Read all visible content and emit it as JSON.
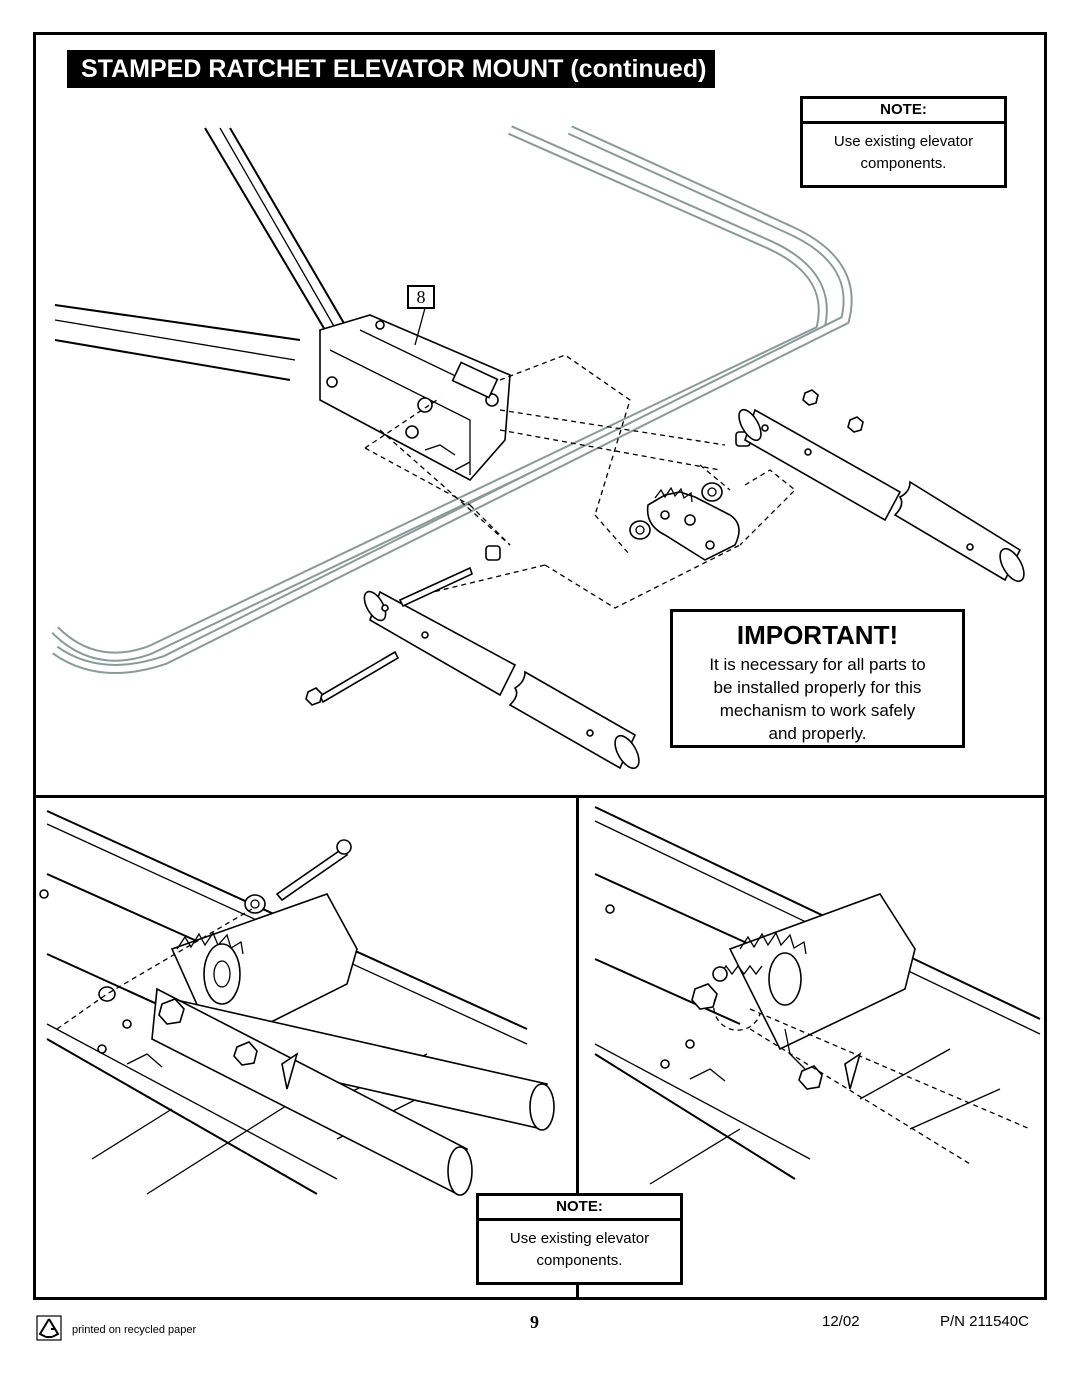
{
  "header": {
    "title": "STAMPED RATCHET ELEVATOR MOUNT (continued)"
  },
  "note_top": {
    "heading": "NOTE:",
    "text_line1": "Use existing elevator",
    "text_line2": "components."
  },
  "callout": {
    "label": "8"
  },
  "important": {
    "heading": "IMPORTANT!",
    "line1": "It is necessary for all parts to",
    "line2": "be installed properly for this",
    "line3": "mechanism to work safely",
    "line4": "and properly."
  },
  "note_bottom": {
    "heading": "NOTE:",
    "text_line1": "Use existing elevator",
    "text_line2": "components."
  },
  "footer": {
    "recycle_icon": "recycle-icon",
    "recycled_text": "printed on recycled paper",
    "page_number": "9",
    "date": "12/02",
    "part_number": "P/N 211540C"
  }
}
